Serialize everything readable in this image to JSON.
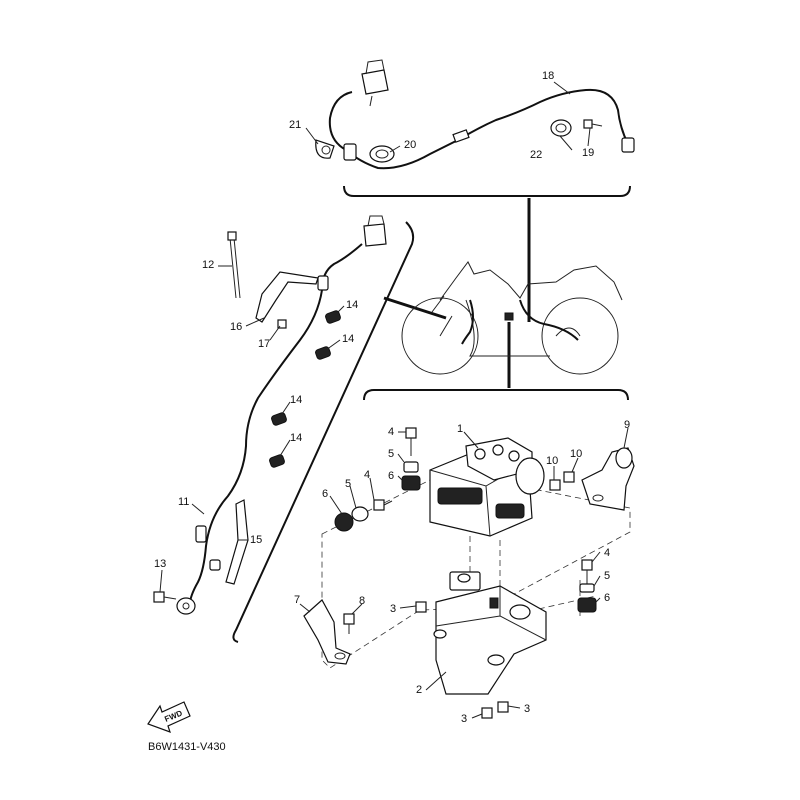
{
  "diagram": {
    "drawing_code": "B6W1431-V430",
    "fwd_label": "FWD",
    "callouts": {
      "n1": "1",
      "n2": "2",
      "n3a": "3",
      "n3b": "3",
      "n3c": "3",
      "n4a": "4",
      "n4b": "4",
      "n4c": "4",
      "n5a": "5",
      "n5b": "5",
      "n5c": "5",
      "n6a": "6",
      "n6b": "6",
      "n6c": "6",
      "n7": "7",
      "n8": "8",
      "n9": "9",
      "n10a": "10",
      "n10b": "10",
      "n11": "11",
      "n12": "12",
      "n13": "13",
      "n14a": "14",
      "n14b": "14",
      "n14c": "14",
      "n14d": "14",
      "n15": "15",
      "n16": "16",
      "n17": "17",
      "n18": "18",
      "n19": "19",
      "n20": "20",
      "n21": "21",
      "n22": "22"
    }
  }
}
